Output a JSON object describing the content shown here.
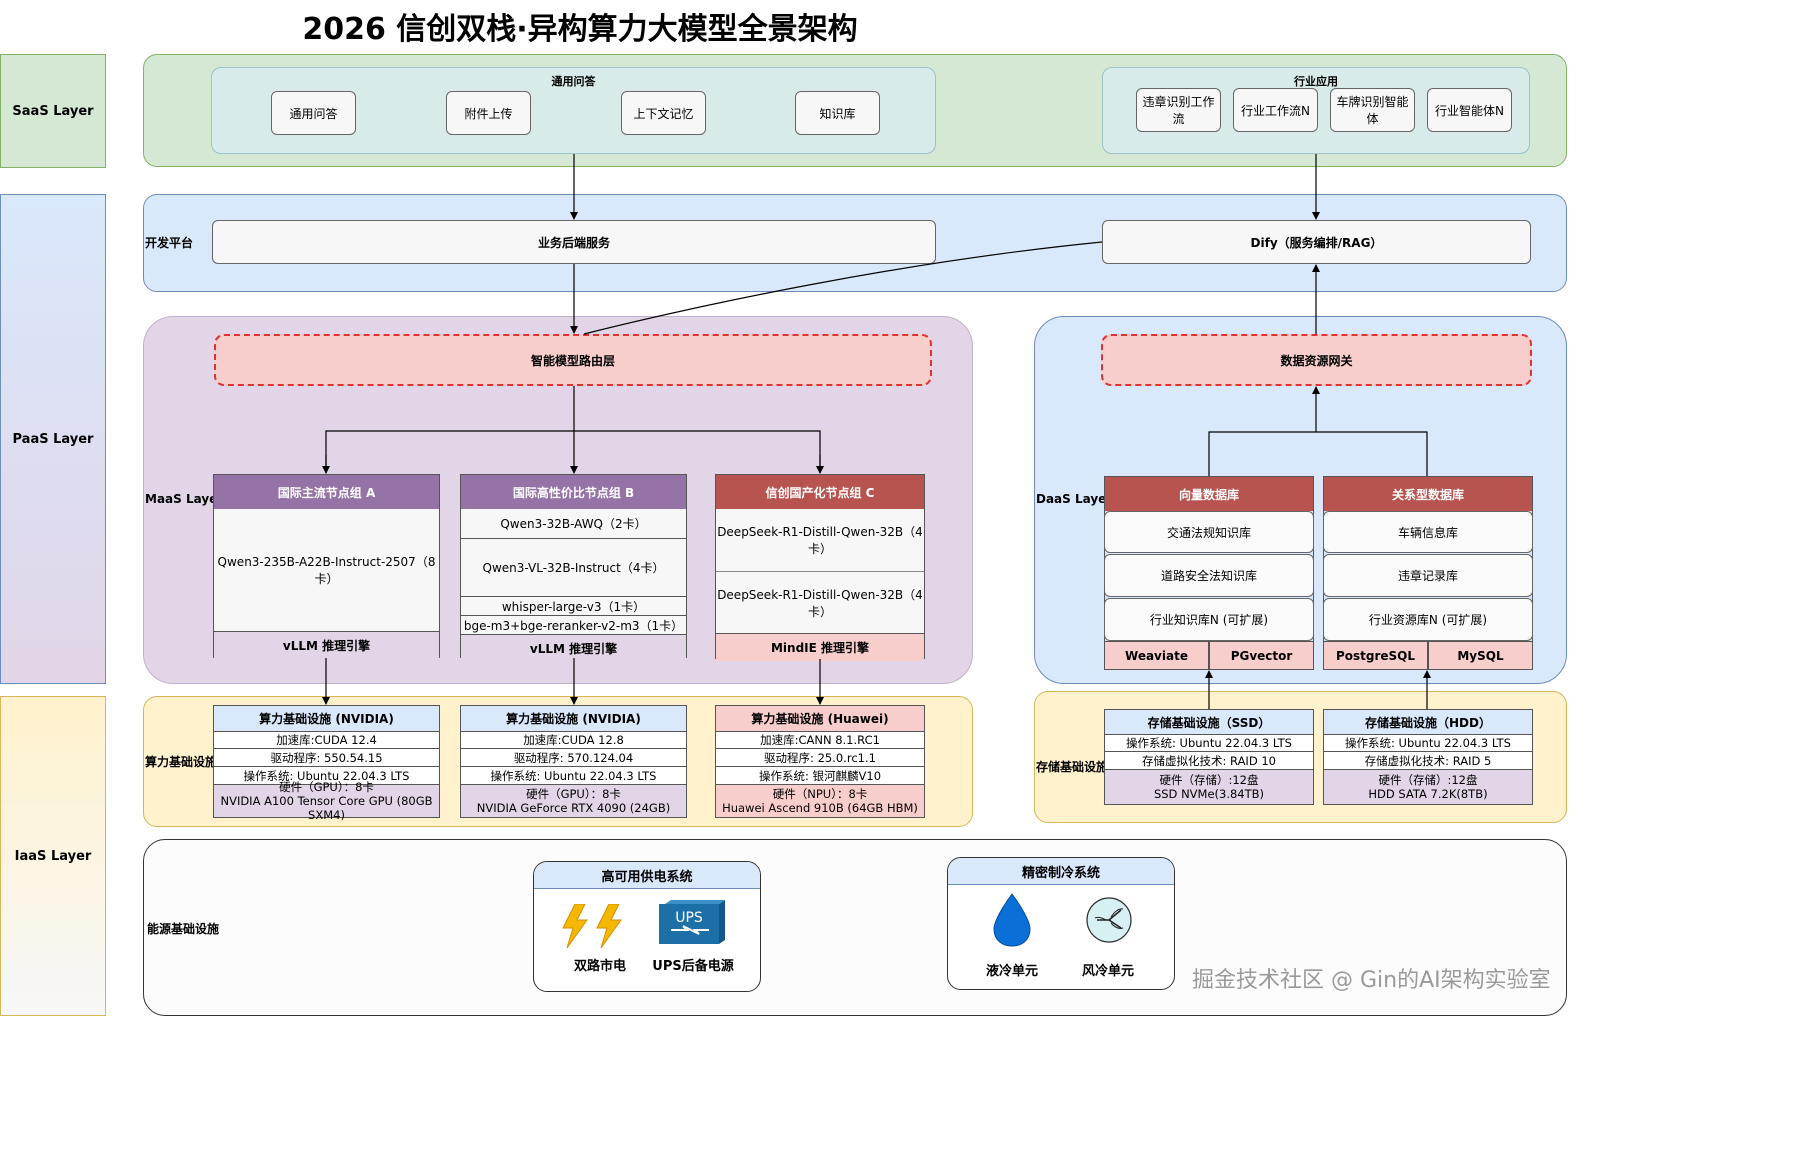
{
  "title": "2026 信创双栈·异构算力大模型全景架构",
  "layers": {
    "saas": "SaaS Layer",
    "paas": "PaaS Layer",
    "iaas": "IaaS Layer"
  },
  "saas": {
    "general": {
      "title": "通用问答",
      "items": [
        "通用问答",
        "附件上传",
        "上下文记忆",
        "知识库"
      ]
    },
    "industry": {
      "title": "行业应用",
      "items": [
        "违章识别工作流",
        "行业工作流N",
        "车牌识别智能体",
        "行业智能体N"
      ]
    }
  },
  "dev": {
    "label": "开发平台",
    "backend": "业务后端服务",
    "dify": "Dify（服务编排/RAG）"
  },
  "maas": {
    "label": "MaaS Layer",
    "router": "智能模型路由层",
    "nodeA": {
      "title": "国际主流节点组 A",
      "models": [
        "Qwen3-235B-A22B-Instruct-2507（8卡）"
      ],
      "engine": "vLLM 推理引擎"
    },
    "nodeB": {
      "title": "国际高性价比节点组 B",
      "models": [
        "Qwen3-32B-AWQ（2卡）",
        "Qwen3-VL-32B-Instruct（4卡）",
        "whisper-large-v3（1卡）",
        "bge-m3+bge-reranker-v2-m3（1卡）"
      ],
      "engine": "vLLM 推理引擎"
    },
    "nodeC": {
      "title": "信创国产化节点组 C",
      "models": [
        "DeepSeek-R1-Distill-Qwen-32B（4卡）",
        "DeepSeek-R1-Distill-Qwen-32B（4卡）"
      ],
      "engine": "MindIE 推理引擎"
    }
  },
  "daas": {
    "label": "DaaS Layer",
    "gateway": "数据资源网关",
    "vector": {
      "title": "向量数据库",
      "items": [
        "交通法规知识库",
        "道路安全法知识库",
        "行业知识库N (可扩展)"
      ],
      "tags": [
        "Weaviate",
        "PGvector"
      ]
    },
    "relational": {
      "title": "关系型数据库",
      "items": [
        "车辆信息库",
        "违章记录库",
        "行业资源库N (可扩展)"
      ],
      "tags": [
        "PostgreSQL",
        "MySQL"
      ]
    }
  },
  "compute": {
    "label": "算力基础设施",
    "a": {
      "title": "算力基础设施 (NVIDIA)",
      "rows": [
        "加速库:CUDA 12.4",
        "驱动程序: 550.54.15",
        "操作系统: Ubuntu 22.04.3 LTS"
      ],
      "hw1": "硬件（GPU）：8卡",
      "hw2": "NVIDIA A100 Tensor Core GPU (80GB SXM4)"
    },
    "b": {
      "title": "算力基础设施 (NVIDIA)",
      "rows": [
        "加速库:CUDA 12.8",
        "驱动程序: 570.124.04",
        "操作系统: Ubuntu 22.04.3 LTS"
      ],
      "hw1": "硬件（GPU）：8卡",
      "hw2": "NVIDIA GeForce RTX 4090 (24GB)"
    },
    "c": {
      "title": "算力基础设施 (Huawei)",
      "rows": [
        "加速库:CANN 8.1.RC1",
        "驱动程序: 25.0.rc1.1",
        "操作系统: 银河麒麟V10"
      ],
      "hw1": "硬件（NPU）：8卡",
      "hw2": "Huawei Ascend 910B (64GB HBM)"
    }
  },
  "storage": {
    "label": "存储基础设施",
    "ssd": {
      "title": "存储基础设施（SSD）",
      "rows": [
        "操作系统: Ubuntu 22.04.3 LTS",
        "存储虚拟化技术: RAID 10"
      ],
      "hw1": "硬件（存储）:12盘",
      "hw2": "SSD NVMe(3.84TB)"
    },
    "hdd": {
      "title": "存储基础设施（HDD）",
      "rows": [
        "操作系统: Ubuntu 22.04.3 LTS",
        "存储虚拟化技术: RAID 5"
      ],
      "hw1": "硬件（存储）:12盘",
      "hw2": "HDD SATA 7.2K(8TB)"
    }
  },
  "energy": {
    "label": "能源基础设施",
    "power": {
      "title": "高可用供电系统",
      "items": [
        "双路市电",
        "UPS后备电源"
      ],
      "ups_text": "UPS"
    },
    "cooling": {
      "title": "精密制冷系统",
      "items": [
        "液冷单元",
        "风冷单元"
      ]
    }
  },
  "watermark": "掘金技术社区 @ Gin的AI架构实验室",
  "colors": {
    "saas_bg": "#d5e8d4",
    "paas_bg": "#dae8fc",
    "maas_bg": "#e1d5e7",
    "compute_bg": "#fff2cc",
    "purple_head": "#9673a6",
    "red_head": "#b85450",
    "pink": "#f8cecc"
  }
}
